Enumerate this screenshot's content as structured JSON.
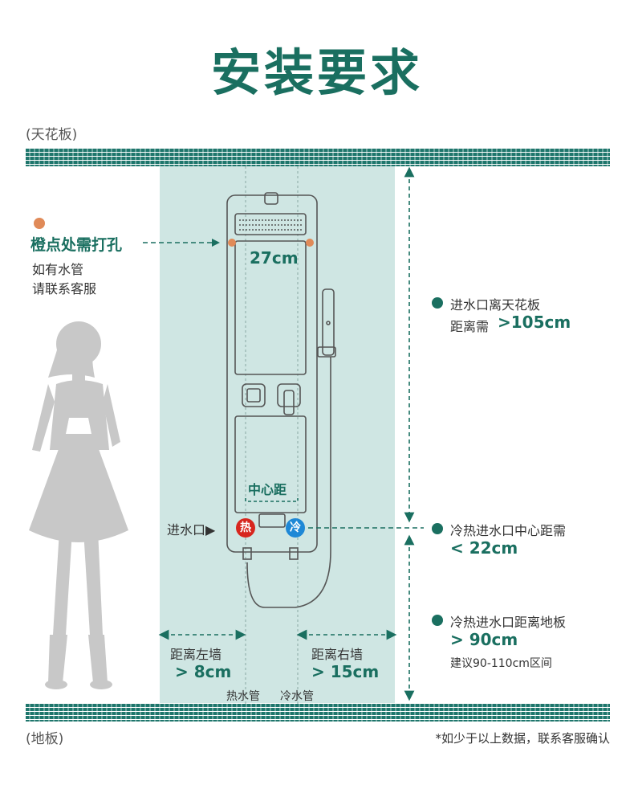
{
  "title": "安装要求",
  "ceiling_label": "(天花板)",
  "floor_label": "(地板)",
  "drill": {
    "heading": "橙点处需打孔",
    "line1": "如有水管",
    "line2": "请联系客服"
  },
  "panel": {
    "width_label": "27cm",
    "center_label": "中心距",
    "hot_badge": "热",
    "cold_badge": "冷"
  },
  "inlet_label": "进水口▶",
  "notes": {
    "ceiling": {
      "line1": "进水口离天花板",
      "prefix": "距离需",
      "value": ">105cm"
    },
    "center": {
      "line1": "冷热进水口中心距需",
      "value": "< 22cm"
    },
    "floor": {
      "line1": "冷热进水口距离地板",
      "value": "> 90cm",
      "hint": "建议90-110cm区间"
    }
  },
  "wall_left": {
    "label": "距离左墙",
    "value": "> 8cm"
  },
  "wall_right": {
    "label": "距离右墙",
    "value": "> 15cm"
  },
  "pipes": {
    "hot": "热水管",
    "cold": "冷水管"
  },
  "footnote": "*如少于以上数据，联系客服确认",
  "colors": {
    "accent": "#1a6f60",
    "zone": "#cfe6e3",
    "drill_dot": "#e08a58",
    "hot": "#d7261e",
    "cold": "#1e88d6"
  }
}
